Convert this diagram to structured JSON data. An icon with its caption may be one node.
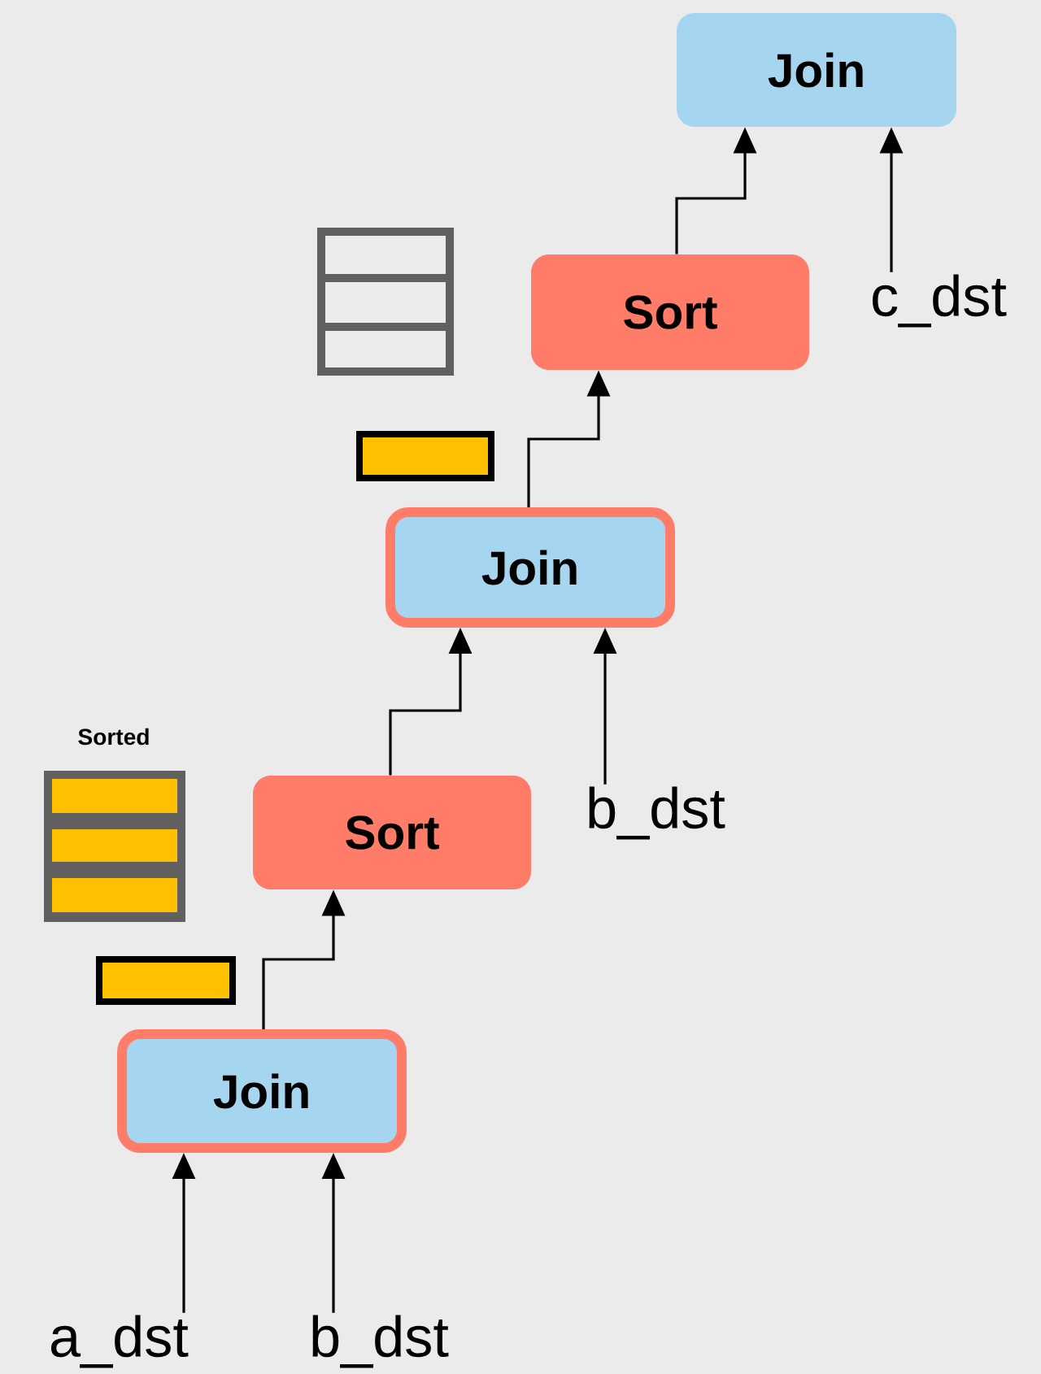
{
  "diagram": {
    "nodes": [
      {
        "text": [
          "Join"
        ]
      },
      {
        "text": [
          "Sort"
        ]
      },
      {
        "text": [
          "c_dst"
        ]
      },
      {
        "text": [
          "Join"
        ]
      },
      {
        "text": [
          "Sort"
        ]
      },
      {
        "text": [
          "b_dst"
        ]
      },
      {
        "text": [
          "Join"
        ]
      },
      {
        "text": [
          "a_dst"
        ]
      },
      {
        "text": [
          "b_dst"
        ]
      }
    ],
    "edges": [
      {
        "from": 7,
        "to": 6,
        "arrow": "to"
      },
      {
        "from": 8,
        "to": 6,
        "arrow": "to"
      },
      {
        "from": 6,
        "to": 4,
        "arrow": "to"
      },
      {
        "from": 4,
        "to": 3,
        "arrow": "to"
      },
      {
        "from": 5,
        "to": 3,
        "arrow": "to"
      },
      {
        "from": 3,
        "to": 1,
        "arrow": "to"
      },
      {
        "from": 1,
        "to": 0,
        "arrow": "to"
      },
      {
        "from": 2,
        "to": 0,
        "arrow": "to"
      }
    ],
    "labels": [
      "Sorted"
    ]
  }
}
